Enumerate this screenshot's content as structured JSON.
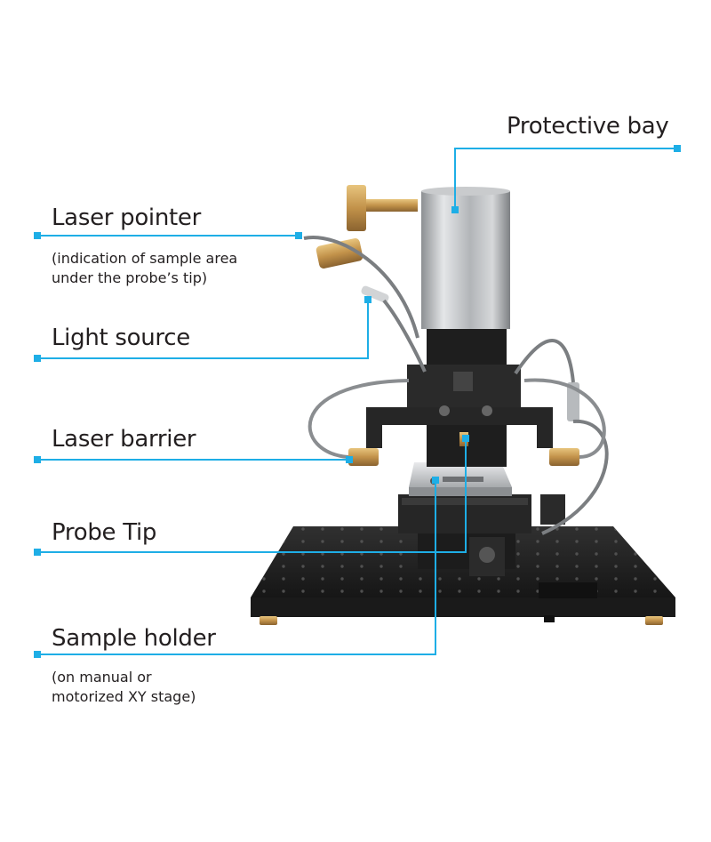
{
  "colors": {
    "leader": "#1eaee6",
    "text": "#231f20",
    "metal": "#b9bcbf",
    "brass": "#c79a4b",
    "base": "#232323"
  },
  "callouts": {
    "protective_bay": {
      "label": "Protective bay"
    },
    "laser_pointer": {
      "label": "Laser pointer",
      "sub": "(indication of sample area\nunder the probe’s tip)"
    },
    "light_source": {
      "label": "Light source"
    },
    "laser_barrier": {
      "label": "Laser barrier"
    },
    "probe_tip": {
      "label": "Probe Tip"
    },
    "sample_holder": {
      "label": "Sample holder",
      "sub": "(on manual or\nmotorized XY stage)"
    }
  }
}
